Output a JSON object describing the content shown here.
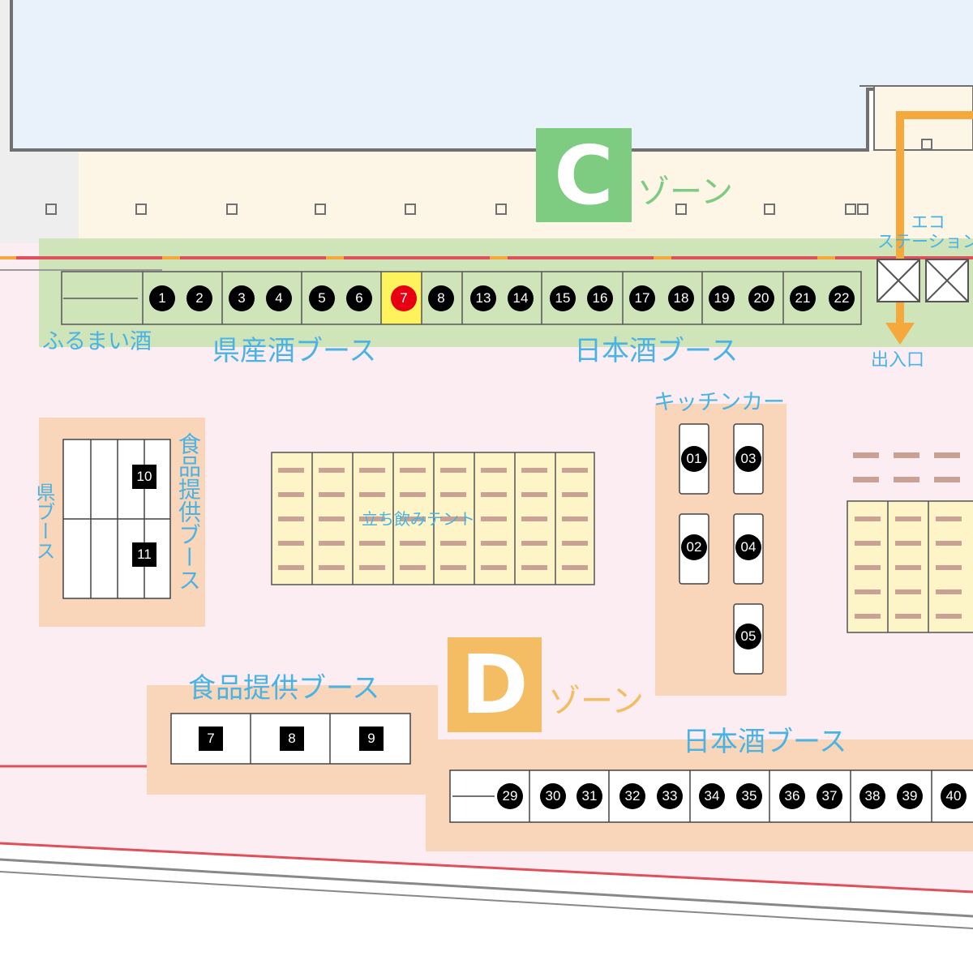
{
  "zones": {
    "c": {
      "letter": "C",
      "word": "ゾーン",
      "color": "#7ecb82"
    },
    "d": {
      "letter": "D",
      "word": "ゾーン",
      "color": "#f4bd63"
    }
  },
  "labels": {
    "furumai": "ふるまい酒",
    "kensan": "県産酒ブース",
    "nihonshu_top": "日本酒ブース",
    "nihonshu_bottom": "日本酒ブース",
    "eco_station": "エコ\nステーション",
    "exit": "出入口",
    "kitchen_car": "キッチンカー",
    "shokuhin_side": "食品提供ブース",
    "ken_booth": "県ブース",
    "tachinomi": "立ち飲みテント",
    "shokuhin_bottom": "食品提供ブース"
  },
  "booths": {
    "top_row": [
      "1",
      "2",
      "3",
      "4",
      "5",
      "6",
      "7",
      "8",
      "13",
      "14",
      "15",
      "16",
      "17",
      "18",
      "19",
      "20",
      "21",
      "22"
    ],
    "highlighted": "7",
    "kitchen": [
      "01",
      "03",
      "02",
      "04",
      "05"
    ],
    "food_side": [
      "10",
      "11"
    ],
    "food_bottom": [
      "7",
      "8",
      "9"
    ],
    "bottom_row": [
      "29",
      "30",
      "31",
      "32",
      "33",
      "34",
      "35",
      "36",
      "37",
      "38",
      "39",
      "40"
    ]
  },
  "colors": {
    "label_blue": "#4ab3e4",
    "highlight_yellow": "#fff35c",
    "highlight_red": "#e60012",
    "booth_area": "#f8d3b2",
    "ground_pink": "#fcedf2",
    "strip_green": "#c8e2b0",
    "exit_arrow": "#f5a93c",
    "tent_fill": "#fdf4c8",
    "tent_bar": "#c9a295"
  }
}
